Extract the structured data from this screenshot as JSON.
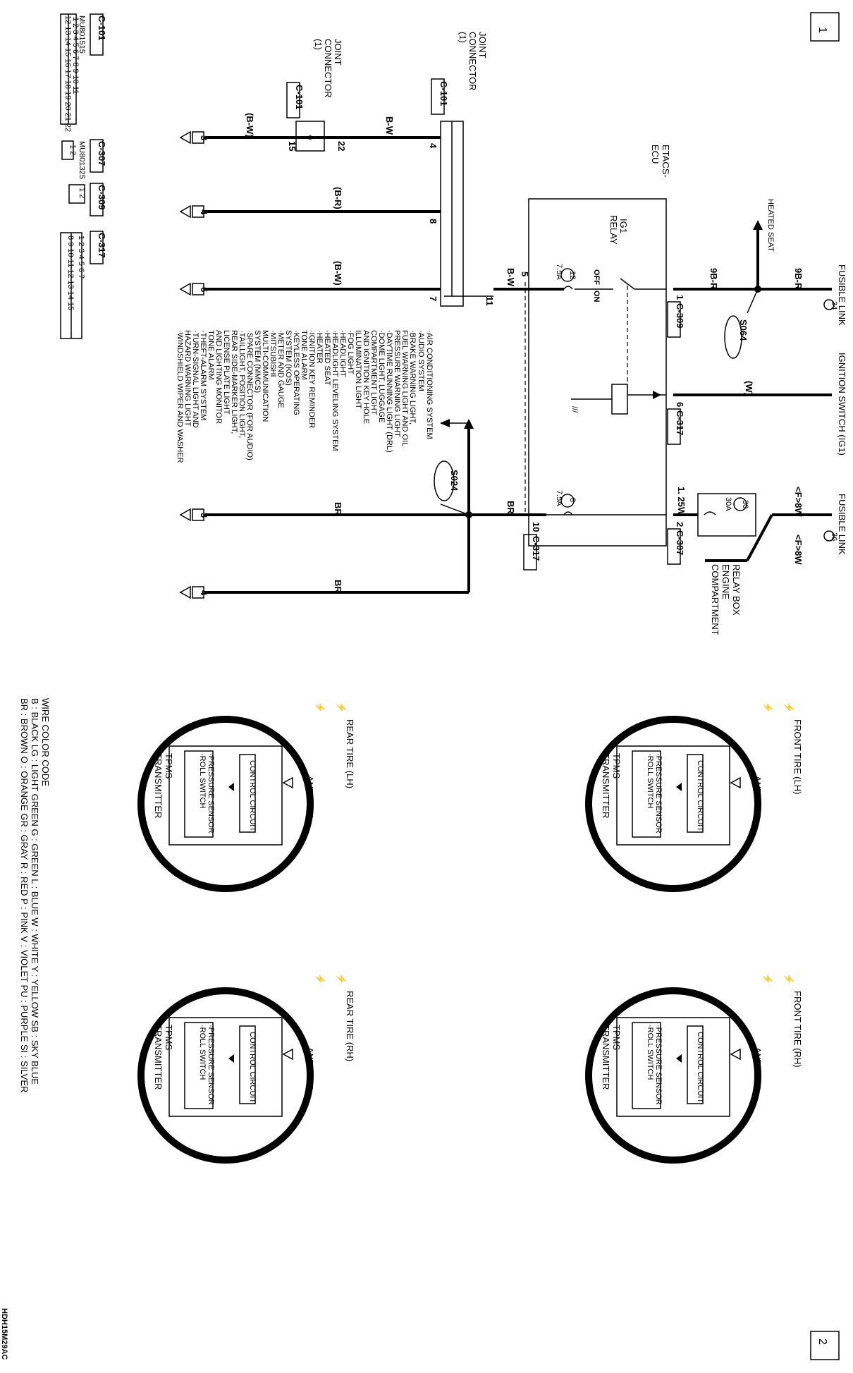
{
  "page": {
    "number_top": "1",
    "number_bottom": "2",
    "footer_code": "HDH15M29AC"
  },
  "connectors_legend": {
    "c101": {
      "title": "C-101",
      "part": "MU801515",
      "row1": [
        "1",
        "2",
        "3",
        "4",
        "5",
        "6",
        "7",
        "8",
        "9",
        "10",
        "11"
      ],
      "row2": [
        "12",
        "13",
        "14",
        "15",
        "16",
        "17",
        "18",
        "19",
        "20",
        "21",
        "22"
      ]
    },
    "c307": {
      "title": "C-307",
      "part": "MU801325",
      "pins": [
        "1",
        "2"
      ]
    },
    "c309": {
      "title": "C-309",
      "pins": [
        "1",
        "2"
      ]
    },
    "c317": {
      "title": "C-317",
      "row1": [
        "1",
        "2",
        "3",
        "4",
        "",
        "5",
        "6",
        "7"
      ],
      "row2": [
        "8",
        "9",
        "10",
        "11",
        "12",
        "13",
        "14",
        "15"
      ]
    }
  },
  "schematic": {
    "fusible_link_34": "FUSIBLE LINK",
    "fusible_link_34_num": "34",
    "fusible_link_36": "FUSIBLE LINK",
    "fusible_link_36_num": "36",
    "ignition_switch": "IGNITION SWITCH (IG1)",
    "heated_seat": "HEATED SEAT",
    "relay_box_line1": "RELAY BOX",
    "relay_box_line2": "ENGINE",
    "relay_box_line3": "COMPARTMENT",
    "etacs_ecu_line1": "ETACS-",
    "etacs_ecu_line2": "ECU",
    "ig1_relay_line1": "IG1",
    "ig1_relay_line2": "RELAY",
    "relay_off": "OFF",
    "relay_on": "ON",
    "joint_connector_upper_l1": "JOINT",
    "joint_connector_upper_l2": "CONNECTOR",
    "joint_connector_upper_l3": "(1)",
    "joint_connector_upper_conn": "C-101",
    "joint_connector_lower_l1": "JOINT",
    "joint_connector_lower_l2": "CONNECTOR",
    "joint_connector_lower_l3": "(1)",
    "joint_connector_lower_conn": "C-101",
    "splice_s064": "S064",
    "splice_s024": "S024",
    "fuse_12": "12",
    "fuse_12_rating": "7.5A",
    "fuse_8": "8",
    "fuse_8_rating": "7.5A",
    "fuse_30": "30",
    "fuse_30_rating": "30A",
    "wire_9br_a": "9B-R",
    "wire_9br_b": "9B-R",
    "wire_w": "(W)",
    "wire_8w_a": "<F>8W",
    "wire_8w_b": "<F>8W",
    "wire_125w": "1. 25W",
    "wire_bw_a": "B-W",
    "wire_bw_b": "B-W",
    "wire_bw_c": "(B-W)",
    "wire_bw_d": "(B-W)",
    "wire_br_paren": "(B-R)",
    "wire_br_a": "BR",
    "wire_br_b": "BR",
    "wire_br_c": "BR",
    "pin_c309": "1",
    "conn_c309": "C-309",
    "pin_c317_top": "6",
    "conn_c317_top": "C-317",
    "pin_c307": "2",
    "conn_c307": "C-307",
    "pin_c317_bot": "10",
    "conn_c317_bot": "C-317",
    "pin_5": "5",
    "pin_11": "11",
    "pin_4": "4",
    "pin_8": "8",
    "pin_7": "7",
    "pin_22": "22",
    "pin_15": "15",
    "term_3a": "3",
    "term_4a": "4",
    "term_6": "6",
    "term_3b": "3",
    "term_4b": "4",
    "systems": [
      "·AIR CONDITIONING SYSTEM",
      "·AUDIO SYSTEM",
      "·BRAKE WARNING LIGHT,",
      " FUEL WARNING LIGHT AND OIL",
      " PRESSURE WARNING LIGHT",
      "·DAYTIME RUNNING LIGHT (DRL)",
      "·DOME LIGHT, LUGGAGE",
      " COMPARTMENT LIGHT",
      " AND IGNITION KEY HOLE",
      " ILLUMINATION LIGHT",
      "·FOG LIGHT",
      "·HEADLIGHT",
      "·HEADLIGHT LEVELING SYSTEM",
      "·HEATED SEAT",
      "·HEATER",
      "·IGNITION KEY REMINDER",
      " TONE ALARM",
      "·KEYLESS OPERATING",
      " SYSTEM (KOS)",
      "·METER AND GAUGE",
      "·MITSUBISHI",
      " MULTI-COMMUNICATION",
      " SYSTEM (MMCS)",
      "·SPARE CONNECTOR (FOR AUDIO)",
      "·TAILLIGHT, POSITION LIGHT,",
      " REAR SIDE-MARKER LIGHT,",
      " LICENSE PLATE LIGHT",
      " AND LIGHTING MONITOR",
      " TONE ALARM",
      "·THEFT-ALARM SYSTEM",
      "·TURN-SIGNAL LIGHT AND",
      " HAZARD WARNING LIGHT",
      "·WINDSHIELD WIPER AND WASHER"
    ]
  },
  "tires": [
    {
      "title": "FRONT TIRE (LH)",
      "antenna": "ANTENNA",
      "control": "CONTROL CIRCUIT",
      "sensor1": "·PRESSURE SENSOR",
      "sensor2": "·ROLL SWITCH",
      "transmitter1": "TPMS",
      "transmitter2": "TRANSMITTER"
    },
    {
      "title": "FRONT TIRE (RH)",
      "antenna": "ANTENNA",
      "control": "CONTROL CIRCUIT",
      "sensor1": "·PRESSURE SENSOR",
      "sensor2": "·ROLL SWITCH",
      "transmitter1": "TPMS",
      "transmitter2": "TRANSMITTER"
    },
    {
      "title": "REAR TIRE (LH)",
      "antenna": "ANTENNA",
      "control": "CONTROL CIRCUIT",
      "sensor1": "·PRESSURE SENSOR",
      "sensor2": "·ROLL SWITCH",
      "transmitter1": "TPMS",
      "transmitter2": "TRANSMITTER"
    },
    {
      "title": "REAR TIRE (RH)",
      "antenna": "ANTENNA",
      "control": "CONTROL CIRCUIT",
      "sensor1": "·PRESSURE SENSOR",
      "sensor2": "·ROLL SWITCH",
      "transmitter1": "TPMS",
      "transmitter2": "TRANSMITTER"
    }
  ],
  "wire_color_code": {
    "title": "WIRE COLOR CODE",
    "line1": "B : BLACK   LG : LIGHT GREEN   G : GREEN   L : BLUE   W : WHITE   Y : YELLOW   SB : SKY BLUE",
    "line2": "BR : BROWN   O : ORANGE   GR : GRAY   R : RED   P : PINK   V : VIOLET   PU : PURPLE   SI : SILVER"
  }
}
